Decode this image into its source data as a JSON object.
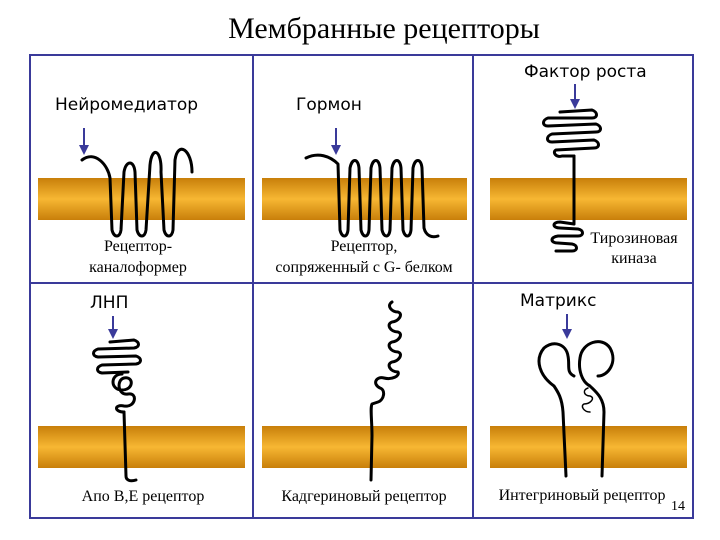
{
  "title": "Мембранные рецепторы",
  "page_number": "14",
  "colors": {
    "membrane_dark": "#c87f0a",
    "membrane_light": "#f7b733",
    "frame": "#3a3a9a",
    "line": "#000000"
  },
  "panels": {
    "neurotransmitter": {
      "ligand": "Нейромедиатор",
      "caption_1": "Рецептор-",
      "caption_2": "каналоформер"
    },
    "hormone": {
      "ligand": "Гормон",
      "caption_1": "Рецептор,",
      "caption_2": "сопряженный с G- белком"
    },
    "growth_factor": {
      "ligand": "Фактор роста",
      "caption_1": "Тирозиновая",
      "caption_2": "киназа"
    },
    "ldl": {
      "ligand": "ЛНП",
      "caption": "Апо В,Е рецептор"
    },
    "cadherin": {
      "caption": "Кадгериновый рецептор"
    },
    "matrix": {
      "ligand": "Матрикс",
      "caption": "Интегриновый рецептор"
    }
  }
}
